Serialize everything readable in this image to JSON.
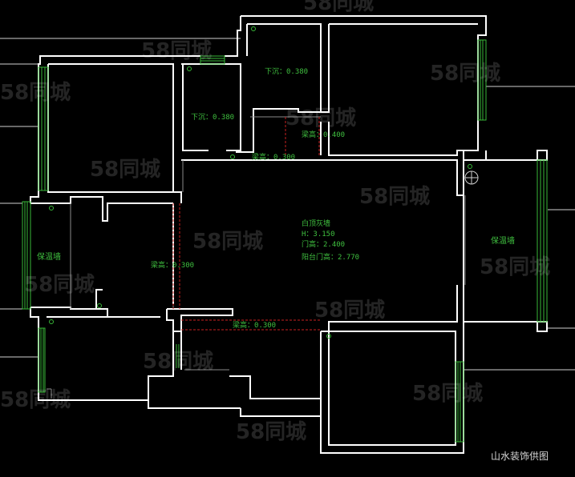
{
  "labels": {
    "sink_top": "下沉：0.380",
    "sink_left": "下沉：0.380",
    "beam_04": "梁高：0.400",
    "beam_03_top": "梁高：0.300",
    "beam_03_left": "梁高：0.300",
    "beam_03_bottom": "梁高：0.300",
    "insulation_left": "保温墙",
    "insulation_right": "保温墙",
    "ceiling_title": "白顶灰墙",
    "ceiling_h": "H：3.150",
    "door_h": "门高：2.400",
    "balcony_door_h": "阳台门高：2.770"
  },
  "watermark": "58同城",
  "credit": "山水装饰供图",
  "colors": {
    "background": "#000000",
    "wall": "#ffffff",
    "window": "#38b838",
    "beam": "#c82020",
    "label": "#3fbf3f"
  }
}
